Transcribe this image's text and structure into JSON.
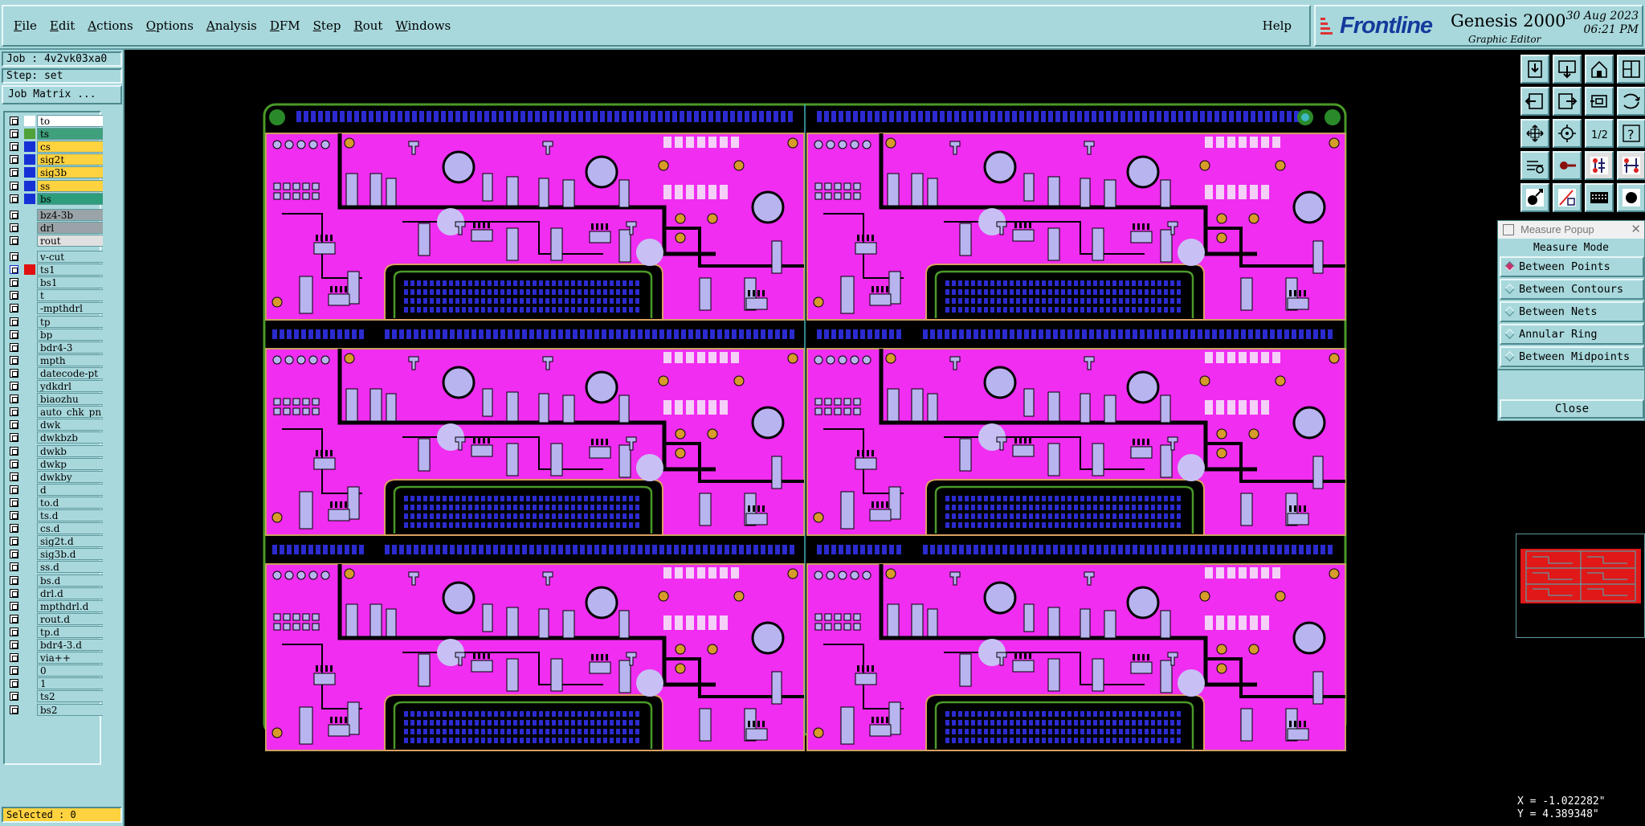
{
  "menu": {
    "items": [
      {
        "label": "File",
        "u": "F",
        "rest": "ile"
      },
      {
        "label": "Edit",
        "u": "E",
        "rest": "dit"
      },
      {
        "label": "Actions",
        "u": "A",
        "rest": "ctions"
      },
      {
        "label": "Options",
        "u": "O",
        "rest": "ptions"
      },
      {
        "label": "Analysis",
        "u": "A",
        "rest": "nalysis"
      },
      {
        "label": "DFM",
        "u": "D",
        "rest": "FM"
      },
      {
        "label": "Step",
        "u": "S",
        "rest": "tep"
      },
      {
        "label": "Rout",
        "u": "R",
        "rest": "out"
      },
      {
        "label": "Windows",
        "u": "W",
        "rest": "indows"
      }
    ],
    "help": "Help"
  },
  "brand": {
    "logo_icon": "frontline-logo-icon",
    "name": "Frontline",
    "product": "Genesis 2000",
    "subtitle": "Graphic Editor",
    "date": "30 Aug 2023",
    "time": "06:21 PM",
    "color": "#143a9c"
  },
  "left_panel": {
    "job": "Job : 4v2vk03xa0",
    "step": "Step: set",
    "job_matrix": "Job Matrix ...",
    "selected": "Selected : 0",
    "layer_groups": [
      {
        "layers": [
          {
            "name": "to",
            "swatch": "#ffffff",
            "bg": "#ffffff"
          },
          {
            "name": "ts",
            "swatch": "#4fa23a",
            "bg": "#3fa07c"
          },
          {
            "name": "cs",
            "swatch": "#1531d6",
            "bg": "#ffd23f"
          },
          {
            "name": "sig2t",
            "swatch": "#1531d6",
            "bg": "#ffd23f"
          },
          {
            "name": "sig3b",
            "swatch": "#1531d6",
            "bg": "#ffd23f"
          },
          {
            "name": "ss",
            "swatch": "#1531d6",
            "bg": "#ffd23f"
          },
          {
            "name": "bs",
            "swatch": "#1531d6",
            "bg": "#2e9d7c"
          }
        ]
      },
      {
        "layers": [
          {
            "name": "bz4-3b",
            "swatch": "#a8d8dc",
            "bg": "#9aa4a8"
          },
          {
            "name": "drl",
            "swatch": "#a8d8dc",
            "bg": "#9aa4a8"
          },
          {
            "name": "rout",
            "swatch": "#a8d8dc",
            "bg": "#e0e0e0"
          }
        ]
      },
      {
        "layers": [
          {
            "name": "v-cut",
            "swatch": "#a8d8dc",
            "bg": "#a8d8dc"
          },
          {
            "name": "ts1",
            "swatch": "#e01010",
            "bg": "#a8d8dc",
            "focused": true
          },
          {
            "name": "bs1",
            "swatch": "#a8d8dc",
            "bg": "#a8d8dc"
          },
          {
            "name": "t",
            "swatch": "#a8d8dc",
            "bg": "#a8d8dc"
          },
          {
            "name": "-mpthdrl",
            "swatch": "#a8d8dc",
            "bg": "#a8d8dc"
          },
          {
            "name": "tp",
            "swatch": "#a8d8dc",
            "bg": "#a8d8dc"
          },
          {
            "name": "bp",
            "swatch": "#a8d8dc",
            "bg": "#a8d8dc"
          },
          {
            "name": "bdr4-3",
            "swatch": "#a8d8dc",
            "bg": "#a8d8dc"
          },
          {
            "name": "mpth",
            "swatch": "#a8d8dc",
            "bg": "#a8d8dc"
          },
          {
            "name": "datecode-pt",
            "swatch": "#a8d8dc",
            "bg": "#a8d8dc"
          },
          {
            "name": "ydkdrl",
            "swatch": "#a8d8dc",
            "bg": "#a8d8dc"
          },
          {
            "name": "biaozhu",
            "swatch": "#a8d8dc",
            "bg": "#a8d8dc"
          },
          {
            "name": "auto_chk_pn",
            "swatch": "#a8d8dc",
            "bg": "#a8d8dc"
          },
          {
            "name": "dwk",
            "swatch": "#a8d8dc",
            "bg": "#a8d8dc"
          },
          {
            "name": "dwkbzb",
            "swatch": "#a8d8dc",
            "bg": "#a8d8dc"
          },
          {
            "name": "dwkb",
            "swatch": "#a8d8dc",
            "bg": "#a8d8dc"
          },
          {
            "name": "dwkp",
            "swatch": "#a8d8dc",
            "bg": "#a8d8dc"
          },
          {
            "name": "dwkby",
            "swatch": "#a8d8dc",
            "bg": "#a8d8dc"
          },
          {
            "name": "d",
            "swatch": "#a8d8dc",
            "bg": "#a8d8dc"
          },
          {
            "name": "to.d",
            "swatch": "#a8d8dc",
            "bg": "#a8d8dc"
          },
          {
            "name": "ts.d",
            "swatch": "#a8d8dc",
            "bg": "#a8d8dc"
          },
          {
            "name": "cs.d",
            "swatch": "#a8d8dc",
            "bg": "#a8d8dc"
          },
          {
            "name": "sig2t.d",
            "swatch": "#a8d8dc",
            "bg": "#a8d8dc"
          },
          {
            "name": "sig3b.d",
            "swatch": "#a8d8dc",
            "bg": "#a8d8dc"
          },
          {
            "name": "ss.d",
            "swatch": "#a8d8dc",
            "bg": "#a8d8dc"
          },
          {
            "name": "bs.d",
            "swatch": "#a8d8dc",
            "bg": "#a8d8dc"
          },
          {
            "name": "drl.d",
            "swatch": "#a8d8dc",
            "bg": "#a8d8dc"
          },
          {
            "name": "mpthdrl.d",
            "swatch": "#a8d8dc",
            "bg": "#a8d8dc"
          },
          {
            "name": "rout.d",
            "swatch": "#a8d8dc",
            "bg": "#a8d8dc"
          },
          {
            "name": "tp.d",
            "swatch": "#a8d8dc",
            "bg": "#a8d8dc"
          },
          {
            "name": "bdr4-3.d",
            "swatch": "#a8d8dc",
            "bg": "#a8d8dc"
          },
          {
            "name": "via++",
            "swatch": "#a8d8dc",
            "bg": "#a8d8dc"
          },
          {
            "name": "0",
            "swatch": "#a8d8dc",
            "bg": "#a8d8dc"
          },
          {
            "name": "1",
            "swatch": "#a8d8dc",
            "bg": "#a8d8dc"
          },
          {
            "name": "ts2",
            "swatch": "#a8d8dc",
            "bg": "#a8d8dc"
          },
          {
            "name": "bs2",
            "swatch": "#a8d8dc",
            "bg": "#a8d8dc"
          }
        ]
      }
    ]
  },
  "toolbar": {
    "tools": [
      {
        "icon": "zoom-home-icon"
      },
      {
        "icon": "zoom-down-icon"
      },
      {
        "icon": "home-icon"
      },
      {
        "icon": "window-split-icon"
      },
      {
        "icon": "pan-left-icon"
      },
      {
        "icon": "pan-right-icon"
      },
      {
        "icon": "pan-center-icon"
      },
      {
        "icon": "undo-icon"
      },
      {
        "icon": "zoom-fit-icon"
      },
      {
        "icon": "zoom-area-icon"
      },
      {
        "icon": "half-scale-icon"
      },
      {
        "icon": "help-icon"
      },
      {
        "icon": "snap-icon"
      },
      {
        "icon": "measure-icon"
      },
      {
        "icon": "pcb-net-icon"
      },
      {
        "icon": "pcb-component-icon"
      },
      {
        "icon": "select-icon"
      },
      {
        "icon": "draw-icon"
      },
      {
        "icon": "ruler-icon"
      },
      {
        "icon": "pad-icon"
      }
    ]
  },
  "measure_popup": {
    "title": "Measure Popup",
    "title_icon": "x-window-icon",
    "close_glyph": "✕",
    "mode_label": "Measure Mode",
    "modes": [
      {
        "label": "Between Points",
        "selected": true
      },
      {
        "label": "Between Contours",
        "selected": false
      },
      {
        "label": "Between Nets",
        "selected": false
      },
      {
        "label": "Annular Ring",
        "selected": false
      },
      {
        "label": "Between Midpoints",
        "selected": false
      }
    ],
    "close_label": "Close",
    "accent": "#c8326e"
  },
  "coords": {
    "x": "X = -1.022282\"",
    "y": "Y = 4.389348\""
  },
  "colors": {
    "panel_bg": "#a8d8dc",
    "board_fill": "#f02df0",
    "board_outline": "#4a9a28",
    "pad": "#b8b4f0",
    "connector_blue": "#2b2bd0",
    "trace": "#000000"
  }
}
